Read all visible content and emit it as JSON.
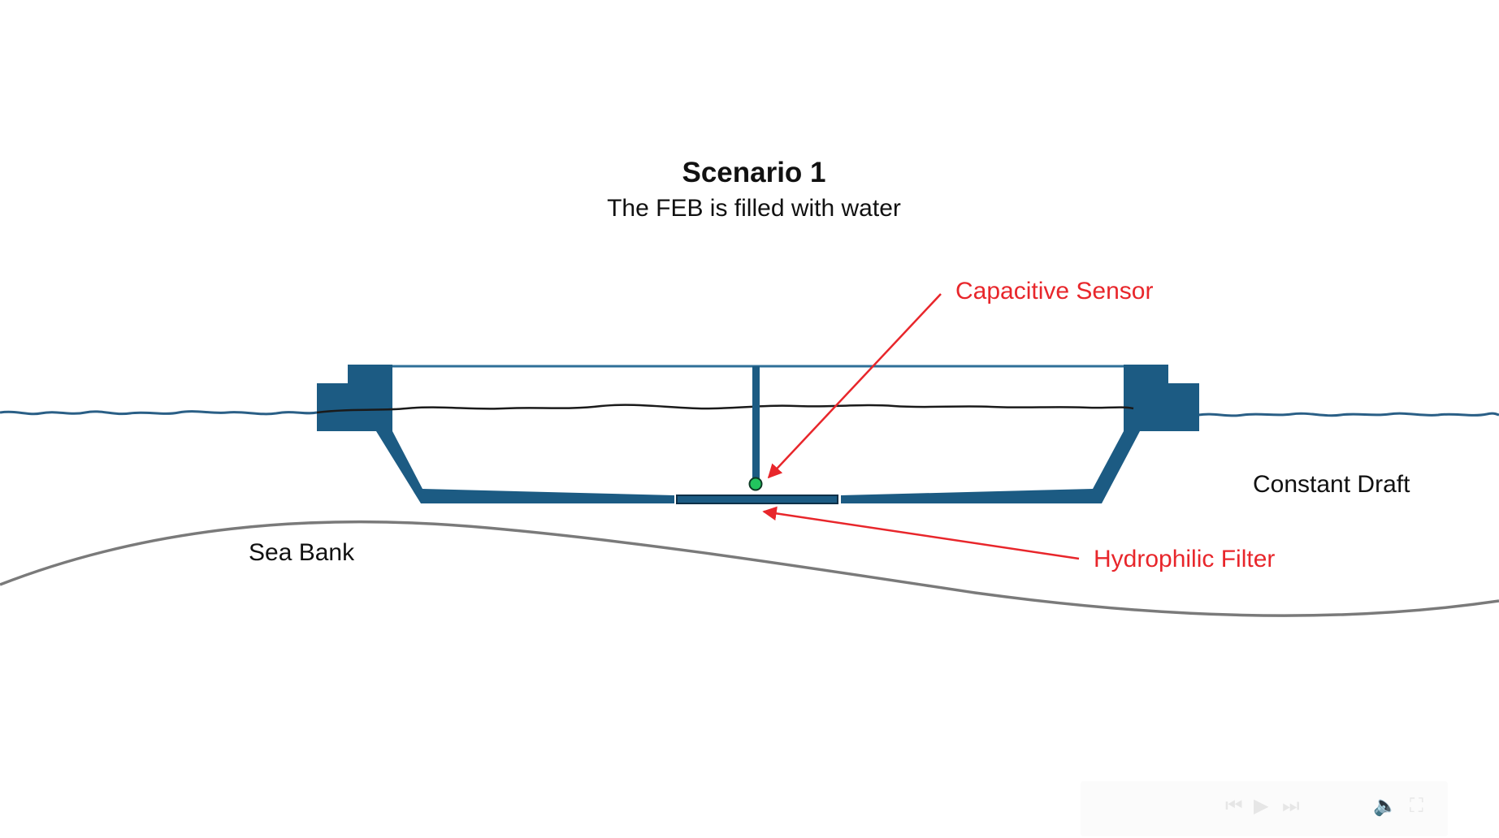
{
  "title": "Scenario 1",
  "subtitle": "The FEB is filled with water",
  "labels": {
    "capacitive_sensor": "Capacitive Sensor",
    "hydrophilic_filter": "Hydrophilic Filter",
    "constant_draft": "Constant Draft",
    "sea_bank": "Sea Bank"
  },
  "colors": {
    "structure": "#1c5b83",
    "frame_line": "#2e6f98",
    "water_line": "#2a5f86",
    "inner_water": "#1a1a1a",
    "seabed": "#7a7a7a",
    "callout": "#e8262b",
    "sensor": "#22c55e"
  },
  "icons": {
    "player_controls": [
      "previous-icon",
      "play-icon",
      "next-icon",
      "volume-icon",
      "fullscreen-icon"
    ]
  }
}
